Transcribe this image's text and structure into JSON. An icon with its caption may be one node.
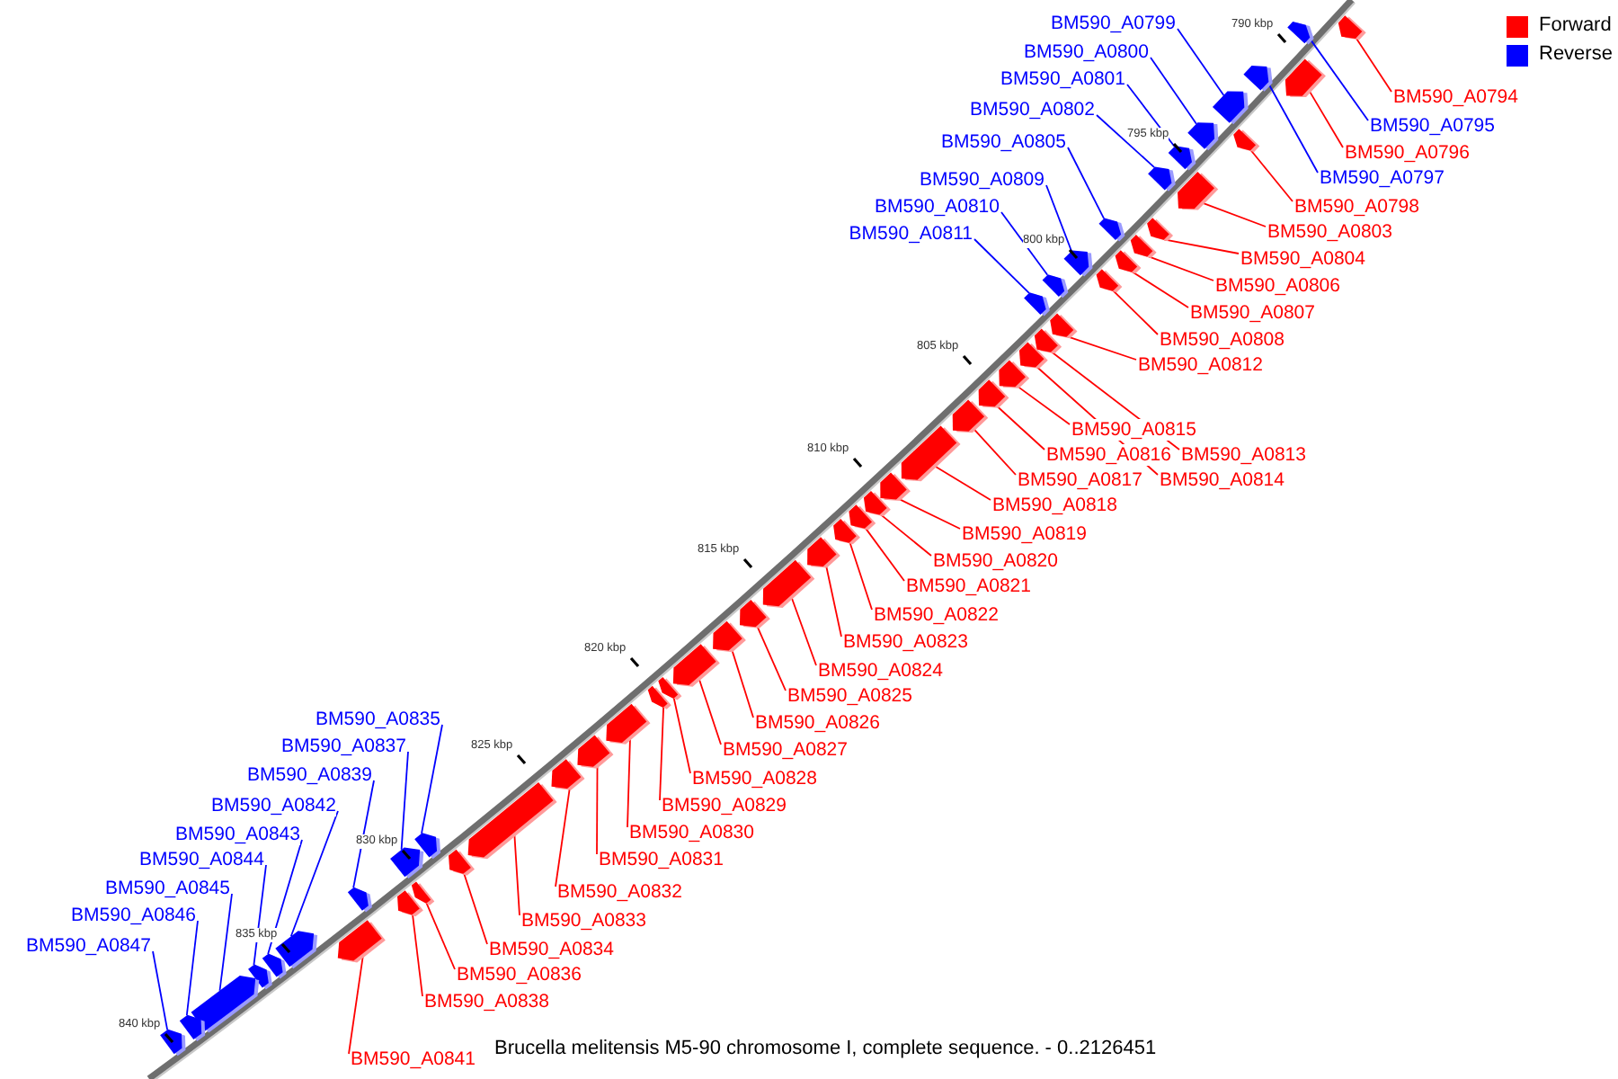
{
  "diagram": {
    "caption": "Brucella melitensis M5-90 chromosome I, complete sequence. - 0..2126451",
    "nodes": [
      {
        "text": [
          "BM590_A0799"
        ]
      },
      {
        "text": [],
        "shape": "arrow"
      },
      {
        "text": [
          "BM590_A0800"
        ]
      },
      {
        "text": [],
        "shape": "arrow"
      },
      {
        "text": [
          "BM590_A0801"
        ]
      },
      {
        "text": [],
        "shape": "arrow"
      },
      {
        "text": [
          "BM590_A0794"
        ]
      },
      {
        "text": [],
        "shape": "arrow"
      },
      {
        "text": [
          "BM590_A0802"
        ]
      },
      {
        "text": [],
        "shape": "arrow"
      },
      {
        "text": [
          "BM590_A0795"
        ]
      },
      {
        "text": [],
        "shape": "arrow"
      },
      {
        "text": [
          "BM590_A0805"
        ]
      },
      {
        "text": [],
        "shape": "arrow"
      },
      {
        "text": [
          "BM590_A0796"
        ]
      },
      {
        "text": [],
        "shape": "arrow"
      },
      {
        "text": [
          "BM590_A0797"
        ]
      },
      {
        "text": [],
        "shape": "arrow"
      },
      {
        "text": [
          "BM590_A0809"
        ]
      },
      {
        "text": [],
        "shape": "arrow"
      },
      {
        "text": [
          "BM590_A0810"
        ]
      },
      {
        "text": [],
        "shape": "arrow"
      },
      {
        "text": [
          "BM590_A0798"
        ]
      },
      {
        "text": [],
        "shape": "arrow"
      },
      {
        "text": [
          "BM590_A0803"
        ]
      },
      {
        "text": [],
        "shape": "arrow"
      },
      {
        "text": [
          "BM590_A0811"
        ]
      },
      {
        "text": [],
        "shape": "arrow"
      },
      {
        "text": [
          "BM590_A0804"
        ]
      },
      {
        "text": [],
        "shape": "arrow"
      },
      {
        "text": [
          "BM590_A0806"
        ]
      },
      {
        "text": [],
        "shape": "arrow"
      },
      {
        "text": [
          "BM590_A0807"
        ]
      },
      {
        "text": [],
        "shape": "arrow"
      },
      {
        "text": [
          "BM590_A0808"
        ]
      },
      {
        "text": [],
        "shape": "arrow"
      },
      {
        "text": [
          "BM590_A0812"
        ]
      },
      {
        "text": [],
        "shape": "arrow"
      },
      {
        "text": [
          "BM590_A0815"
        ]
      },
      {
        "text": [],
        "shape": "arrow"
      },
      {
        "text": [
          "BM590_A0813"
        ]
      },
      {
        "text": [],
        "shape": "arrow"
      },
      {
        "text": [
          "BM590_A0816"
        ]
      },
      {
        "text": [],
        "shape": "arrow"
      },
      {
        "text": [
          "BM590_A0814"
        ]
      },
      {
        "text": [],
        "shape": "arrow"
      },
      {
        "text": [
          "BM590_A0817"
        ]
      },
      {
        "text": [],
        "shape": "arrow"
      },
      {
        "text": [
          "BM590_A0818"
        ]
      },
      {
        "text": [],
        "shape": "arrow"
      },
      {
        "text": [
          "BM590_A0819"
        ]
      },
      {
        "text": [],
        "shape": "arrow"
      },
      {
        "text": [
          "BM590_A0820"
        ]
      },
      {
        "text": [],
        "shape": "arrow"
      },
      {
        "text": [
          "BM590_A0821"
        ]
      },
      {
        "text": [],
        "shape": "arrow"
      },
      {
        "text": [
          "BM590_A0822"
        ]
      },
      {
        "text": [],
        "shape": "arrow"
      },
      {
        "text": [
          "BM590_A0823"
        ]
      },
      {
        "text": [],
        "shape": "arrow"
      },
      {
        "text": [
          "BM590_A0824"
        ]
      },
      {
        "text": [],
        "shape": "arrow"
      },
      {
        "text": [
          "BM590_A0825"
        ]
      },
      {
        "text": [],
        "shape": "arrow"
      },
      {
        "text": [
          "BM590_A0835"
        ]
      },
      {
        "text": [],
        "shape": "arrow"
      },
      {
        "text": [
          "BM590_A0826"
        ]
      },
      {
        "text": [],
        "shape": "arrow"
      },
      {
        "text": [
          "BM590_A0837"
        ]
      },
      {
        "text": [],
        "shape": "arrow"
      },
      {
        "text": [
          "BM590_A0827"
        ]
      },
      {
        "text": [],
        "shape": "arrow"
      },
      {
        "text": [
          "BM590_A0839"
        ]
      },
      {
        "text": [],
        "shape": "arrow"
      },
      {
        "text": [
          "BM590_A0828"
        ]
      },
      {
        "text": [],
        "shape": "arrow"
      },
      {
        "text": [
          "BM590_A0842"
        ]
      },
      {
        "text": [],
        "shape": "arrow"
      },
      {
        "text": [
          "BM590_A0829"
        ]
      },
      {
        "text": [],
        "shape": "arrow"
      },
      {
        "text": [
          "BM590_A0830"
        ]
      },
      {
        "text": [],
        "shape": "arrow"
      },
      {
        "text": [
          "BM590_A0843"
        ]
      },
      {
        "text": [],
        "shape": "arrow"
      },
      {
        "text": [
          "BM590_A0844"
        ]
      },
      {
        "text": [],
        "shape": "arrow"
      },
      {
        "text": [
          "BM590_A0831"
        ]
      },
      {
        "text": [],
        "shape": "arrow"
      },
      {
        "text": [
          "BM590_A0845"
        ]
      },
      {
        "text": [],
        "shape": "arrow"
      },
      {
        "text": [
          "BM590_A0832"
        ]
      },
      {
        "text": [],
        "shape": "arrow"
      },
      {
        "text": [
          "BM590_A0846"
        ]
      },
      {
        "text": [],
        "shape": "arrow"
      },
      {
        "text": [
          "BM590_A0833"
        ]
      },
      {
        "text": [],
        "shape": "arrow"
      },
      {
        "text": [
          "BM590_A0847"
        ]
      },
      {
        "text": [],
        "shape": "arrow"
      },
      {
        "text": [
          "BM590_A0834"
        ]
      },
      {
        "text": [],
        "shape": "arrow"
      },
      {
        "text": [
          "BM590_A0836"
        ]
      },
      {
        "text": [],
        "shape": "arrow"
      },
      {
        "text": [
          "BM590_A0838"
        ]
      },
      {
        "text": [],
        "shape": "arrow"
      },
      {
        "text": [
          "BM590_A0841"
        ]
      },
      {
        "text": [],
        "shape": "arrow"
      }
    ],
    "edges": [
      {
        "from": 0,
        "to": 1,
        "arrow": "none",
        "color": "#0000ff"
      },
      {
        "from": 2,
        "to": 3,
        "arrow": "none",
        "color": "#0000ff"
      },
      {
        "from": 4,
        "to": 5,
        "arrow": "none",
        "color": "#0000ff"
      },
      {
        "from": 6,
        "to": 7,
        "arrow": "none"
      },
      {
        "from": 8,
        "to": 9,
        "arrow": "none",
        "color": "#0000ff"
      },
      {
        "from": 10,
        "to": 11,
        "arrow": "none",
        "color": "#0000ff"
      },
      {
        "from": 12,
        "to": 13,
        "arrow": "none",
        "color": "#0000ff"
      },
      {
        "from": 14,
        "to": 15,
        "arrow": "none"
      },
      {
        "from": 16,
        "to": 17,
        "arrow": "none",
        "color": "#0000ff"
      },
      {
        "from": 18,
        "to": 19,
        "arrow": "none",
        "color": "#0000ff"
      },
      {
        "from": 20,
        "to": 21,
        "arrow": "none",
        "color": "#0000ff"
      },
      {
        "from": 22,
        "to": 23,
        "arrow": "none"
      },
      {
        "from": 24,
        "to": 25,
        "arrow": "none"
      },
      {
        "from": 26,
        "to": 27,
        "arrow": "none",
        "color": "#0000ff"
      },
      {
        "from": 28,
        "to": 29,
        "arrow": "none"
      },
      {
        "from": 30,
        "to": 31,
        "arrow": "none"
      },
      {
        "from": 32,
        "to": 33,
        "arrow": "none"
      },
      {
        "from": 34,
        "to": 35,
        "arrow": "none"
      },
      {
        "from": 36,
        "to": 37,
        "arrow": "none"
      },
      {
        "from": 38,
        "to": 39,
        "arrow": "none"
      },
      {
        "from": 40,
        "to": 41,
        "arrow": "none"
      },
      {
        "from": 42,
        "to": 43,
        "arrow": "none"
      },
      {
        "from": 44,
        "to": 45,
        "arrow": "none"
      },
      {
        "from": 46,
        "to": 47,
        "arrow": "none"
      },
      {
        "from": 48,
        "to": 49,
        "arrow": "none"
      },
      {
        "from": 50,
        "to": 51,
        "arrow": "none"
      },
      {
        "from": 52,
        "to": 53,
        "arrow": "none"
      },
      {
        "from": 54,
        "to": 55,
        "arrow": "none"
      },
      {
        "from": 56,
        "to": 57,
        "arrow": "none"
      },
      {
        "from": 58,
        "to": 59,
        "arrow": "none"
      },
      {
        "from": 60,
        "to": 61,
        "arrow": "none"
      },
      {
        "from": 62,
        "to": 63,
        "arrow": "none"
      },
      {
        "from": 64,
        "to": 65,
        "arrow": "none",
        "color": "#0000ff"
      },
      {
        "from": 66,
        "to": 67,
        "arrow": "none"
      },
      {
        "from": 68,
        "to": 69,
        "arrow": "none",
        "color": "#0000ff"
      },
      {
        "from": 70,
        "to": 71,
        "arrow": "none"
      },
      {
        "from": 72,
        "to": 73,
        "arrow": "none",
        "color": "#0000ff"
      },
      {
        "from": 74,
        "to": 75,
        "arrow": "none"
      },
      {
        "from": 76,
        "to": 77,
        "arrow": "none",
        "color": "#0000ff"
      },
      {
        "from": 78,
        "to": 79,
        "arrow": "none"
      },
      {
        "from": 80,
        "to": 81,
        "arrow": "none"
      },
      {
        "from": 82,
        "to": 83,
        "arrow": "none",
        "color": "#0000ff"
      },
      {
        "from": 84,
        "to": 85,
        "arrow": "none",
        "color": "#0000ff"
      },
      {
        "from": 86,
        "to": 87,
        "arrow": "none"
      },
      {
        "from": 88,
        "to": 89,
        "arrow": "none",
        "color": "#0000ff"
      },
      {
        "from": 90,
        "to": 91,
        "arrow": "none"
      },
      {
        "from": 92,
        "to": 93,
        "arrow": "none",
        "color": "#0000ff"
      },
      {
        "from": 94,
        "to": 95,
        "arrow": "none"
      },
      {
        "from": 96,
        "to": 97,
        "arrow": "none",
        "color": "#0000ff"
      },
      {
        "from": 98,
        "to": 99,
        "arrow": "none"
      },
      {
        "from": 100,
        "to": 101,
        "arrow": "none"
      },
      {
        "from": 102,
        "to": 103,
        "arrow": "none"
      },
      {
        "from": 104,
        "to": 105,
        "arrow": "none"
      }
    ],
    "labels": [
      "790 kbp",
      "795 kbp",
      "800 kbp",
      "805 kbp",
      "810 kbp",
      "815 kbp",
      "820 kbp",
      "825 kbp",
      "830 kbp",
      "835 kbp",
      "840 kbp"
    ],
    "legend": [
      {
        "text": "Forward",
        "color": "#ff0000"
      },
      {
        "text": "Reverse",
        "color": "#0000ff"
      }
    ]
  }
}
